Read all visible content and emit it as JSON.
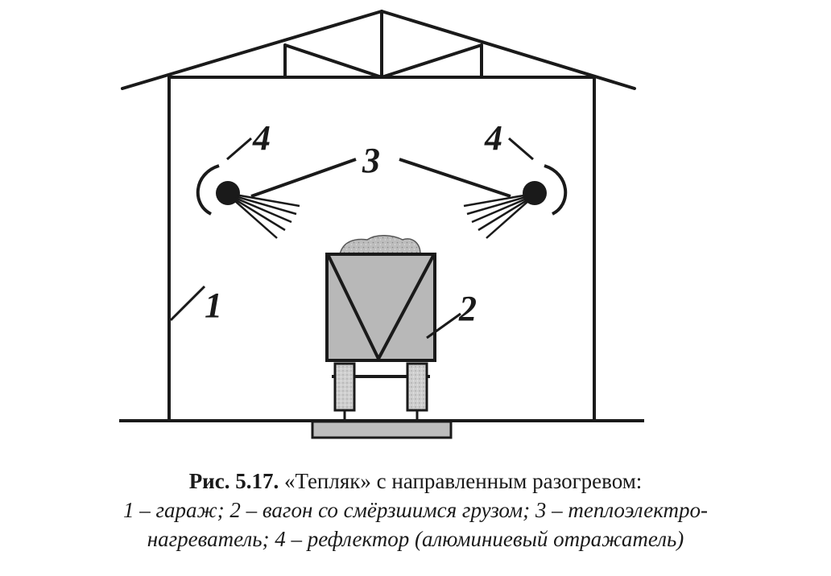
{
  "labels": {
    "garage": "1",
    "wagon": "2",
    "heater": "3",
    "reflector_left": "4",
    "reflector_right": "4"
  },
  "caption": {
    "number": "Рис. 5.17.",
    "title": "«Тепляк» с направленным разогревом:",
    "legend_line1": "1 – гараж; 2 – вагон со смёрзшимся грузом; 3 – теплоэлектро-",
    "legend_line2": "нагреватель; 4 – рефлектор (алюминиевый отражатель)"
  },
  "colors": {
    "ink": "#1a1a1a",
    "cargo_fill": "#b8b8b8",
    "bogie_fill": "#c8c8c8",
    "rail_fill": "#bdbdbd"
  }
}
